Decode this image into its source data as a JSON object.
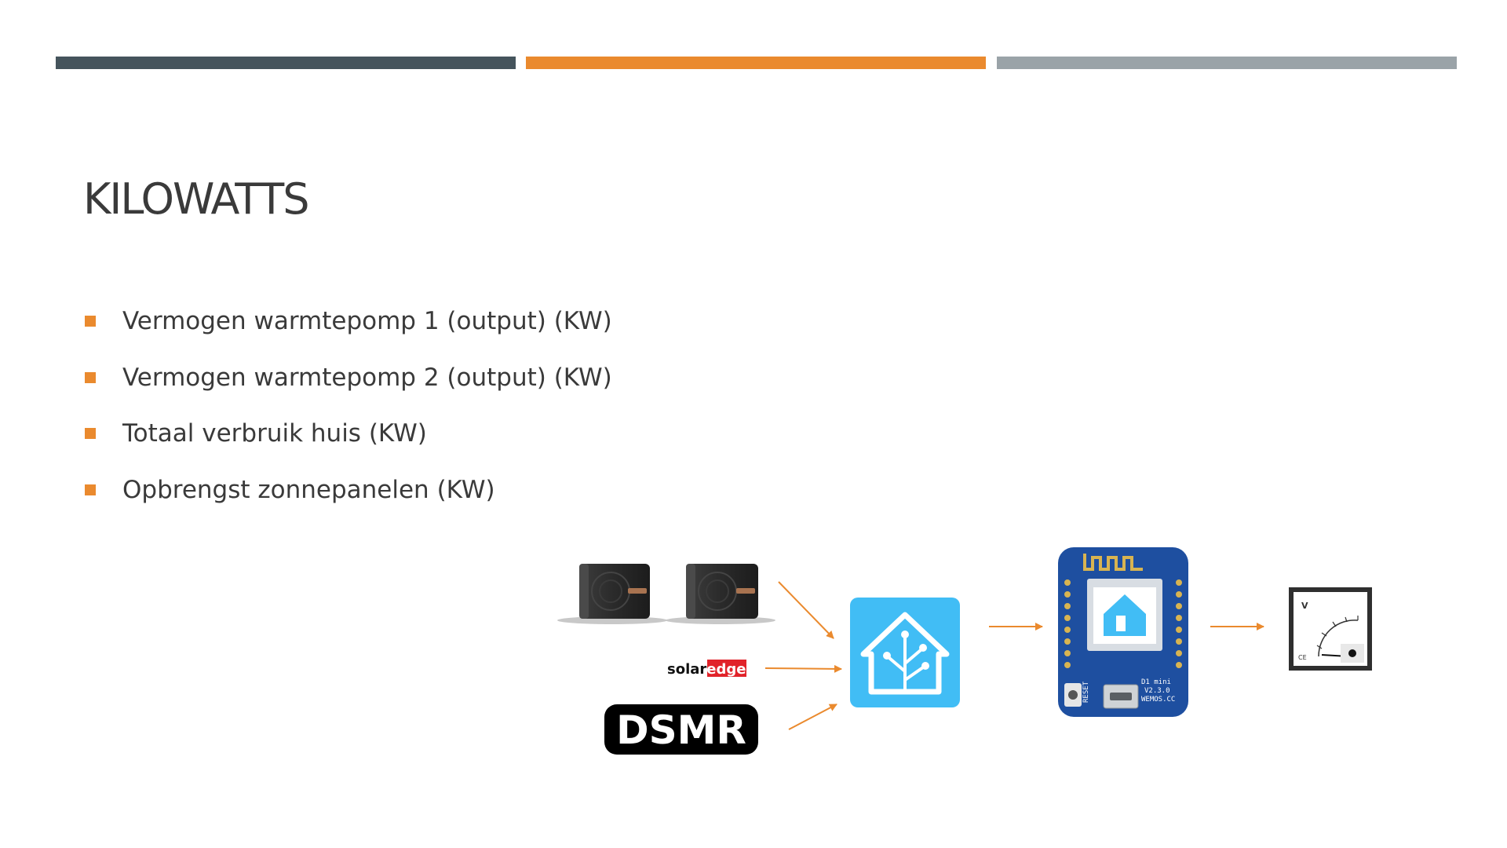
{
  "slide": {
    "title": "KILOWATTS",
    "bullets": [
      "Vermogen warmtepomp 1 (output) (KW)",
      "Vermogen warmtepomp 2 (output) (KW)",
      "Totaal verbruik huis (KW)",
      "Opbrengst zonnepanelen (KW)"
    ]
  },
  "diagram": {
    "solaredge": {
      "part1": "solar",
      "part2": "edge"
    },
    "dsmr_label": "DSMR",
    "wemos": {
      "model": "D1 mini",
      "version": "V2.3.0",
      "site": "WEMOS.CC",
      "reset": "RESET"
    },
    "meter": {
      "unit": "V",
      "mark": "CE"
    }
  },
  "colors": {
    "bar_dark": "#45545c",
    "accent_orange": "#ea8a2e",
    "bar_gray": "#9aa3a8",
    "home_assistant_blue": "#41bdf5",
    "wemos_blue": "#1e4fa0"
  },
  "icons": {
    "heat_pump": "heat-pump-icon",
    "home_assistant": "home-assistant-icon",
    "wemos": "wemos-d1-mini-board",
    "voltmeter": "analog-voltmeter-icon"
  }
}
